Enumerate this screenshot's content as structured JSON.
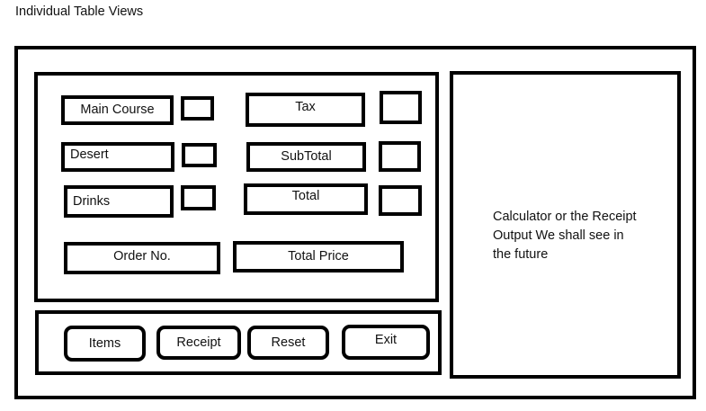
{
  "page": {
    "title": "Individual Table Views"
  },
  "form": {
    "main_course": "Main Course",
    "desert": "Desert",
    "drinks": "Drinks",
    "tax": "Tax",
    "subtotal": "SubTotal",
    "total": "Total",
    "order_no": "Order No.",
    "total_price": "Total Price"
  },
  "buttons": {
    "items": "Items",
    "receipt": "Receipt",
    "reset": "Reset",
    "exit": "Exit"
  },
  "output_panel": {
    "line1": "Calculator or the Receipt",
    "line2": "Output We shall see in",
    "line3": "the future"
  }
}
